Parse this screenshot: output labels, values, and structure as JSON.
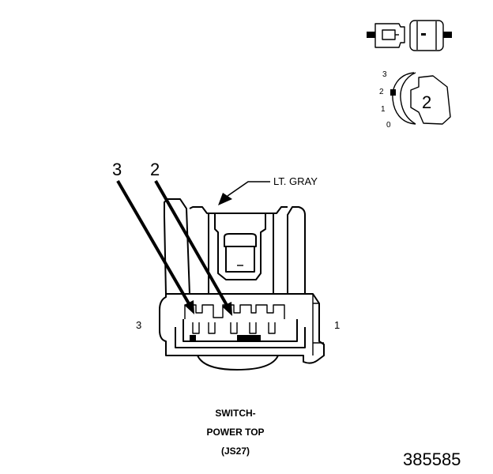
{
  "callouts": {
    "terminal_3": "3",
    "terminal_2": "2"
  },
  "color_label": "LT. GRAY",
  "side_labels": {
    "left": "3",
    "right": "1"
  },
  "caption": {
    "line1": "SWITCH-",
    "line2": "POWER TOP",
    "line3": "(JS27)"
  },
  "figure_number": "385585",
  "position_indicator": {
    "positions": [
      "3",
      "2",
      "1",
      "0"
    ],
    "current_position": "2"
  },
  "colors": {
    "ink": "#000000",
    "background": "#ffffff"
  }
}
